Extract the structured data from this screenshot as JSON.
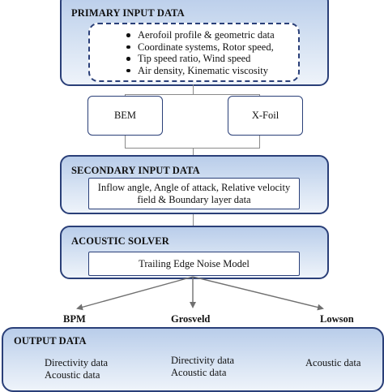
{
  "primary": {
    "title": "PRIMARY INPUT DATA",
    "items": [
      "Aerofoil profile & geometric data",
      "Coordinate systems, Rotor speed,",
      "Tip speed ratio, Wind speed",
      "Air density, Kinematic viscosity"
    ]
  },
  "tools": {
    "left": "BEM",
    "right": "X-Foil"
  },
  "secondary": {
    "title": "SECONDARY INPUT DATA",
    "line1": "Inflow angle, Angle of attack, Relative velocity",
    "line2": "field & Boundary layer data"
  },
  "solver": {
    "title": "ACOUSTIC SOLVER",
    "model": "Trailing Edge Noise Model"
  },
  "models": [
    "BPM",
    "Grosveld",
    "Lowson"
  ],
  "output": {
    "title": "OUTPUT DATA",
    "col1": [
      "Directivity data",
      "Acoustic data"
    ],
    "col2": [
      "Directivity data",
      "Acoustic data"
    ],
    "col3": [
      "Acoustic data"
    ]
  },
  "colors": {
    "border": "#2a3f78",
    "fill_top": "#b9cdea",
    "fill_bottom": "#eef3fa",
    "connector": "#8a8a8a"
  }
}
